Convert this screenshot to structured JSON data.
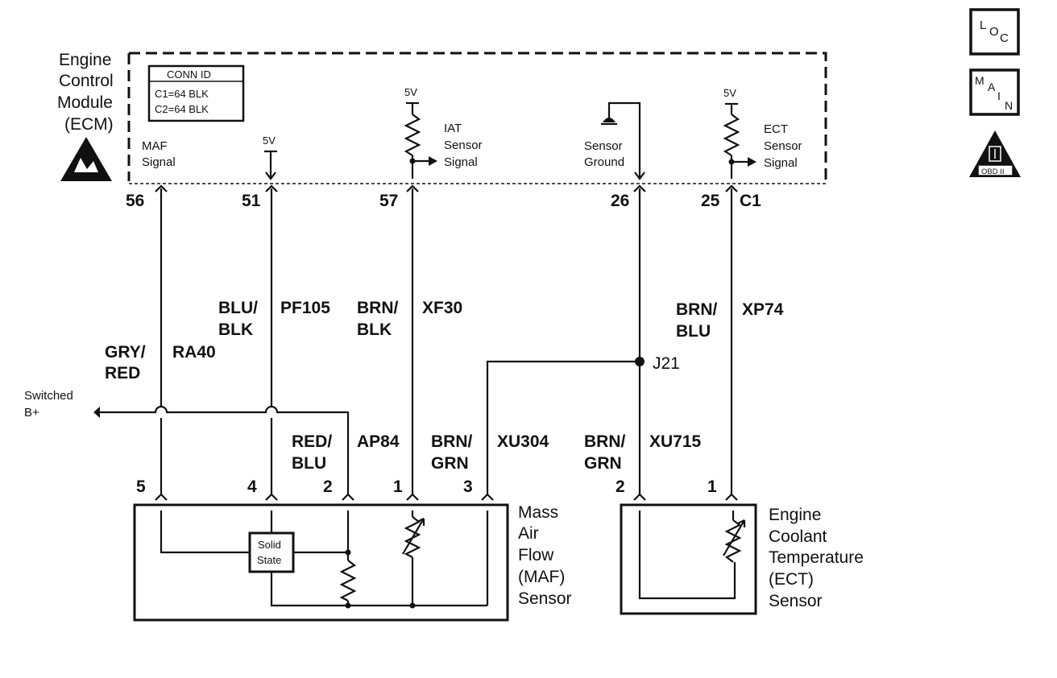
{
  "ecm": {
    "name_lines": [
      "Engine",
      "Control",
      "Module",
      "(ECM)"
    ],
    "conn_id": {
      "title": "CONN ID",
      "lines": [
        "C1=64 BLK",
        "C2=64 BLK"
      ]
    },
    "labels": {
      "maf_signal": [
        "MAF",
        "Signal"
      ],
      "iat_signal": [
        "IAT",
        "Sensor",
        "Signal"
      ],
      "sensor_ground": [
        "Sensor",
        "Ground"
      ],
      "ect_signal": [
        "ECT",
        "Sensor",
        "Signal"
      ],
      "five_volt": "5V"
    },
    "connector": "C1",
    "pins": [
      "56",
      "51",
      "57",
      "26",
      "25"
    ]
  },
  "wires": {
    "gry_red": {
      "color": [
        "GRY/",
        "RED"
      ],
      "circuit": "RA40"
    },
    "blu_blk": {
      "color": [
        "BLU/",
        "BLK"
      ],
      "circuit": "PF105"
    },
    "brn_blk": {
      "color": [
        "BRN/",
        "BLK"
      ],
      "circuit": "XF30"
    },
    "brn_blu": {
      "color": [
        "BRN/",
        "BLU"
      ],
      "circuit": "XP74"
    },
    "red_blu": {
      "color": [
        "RED/",
        "BLU"
      ],
      "circuit": "AP84"
    },
    "brn_grn_a": {
      "color": [
        "BRN/",
        "GRN"
      ],
      "circuit": "XU304"
    },
    "brn_grn_b": {
      "color": [
        "BRN/",
        "GRN"
      ],
      "circuit": "XU715"
    }
  },
  "splice": "J21",
  "switched_b": [
    "Switched",
    "B+"
  ],
  "maf_sensor": {
    "name_lines": [
      "Mass",
      "Air",
      "Flow",
      "(MAF)",
      "Sensor"
    ],
    "pins": [
      "5",
      "4",
      "2",
      "1",
      "3"
    ],
    "solid_state": [
      "Solid",
      "State"
    ]
  },
  "ect_sensor": {
    "name_lines": [
      "Engine",
      "Coolant",
      "Temperature",
      "(ECT)",
      "Sensor"
    ],
    "pins": [
      "2",
      "1"
    ]
  },
  "icons": {
    "loc": [
      "L",
      "O",
      "C"
    ],
    "main": [
      "M",
      "A",
      "I",
      "N"
    ],
    "obd": "OBD II"
  }
}
